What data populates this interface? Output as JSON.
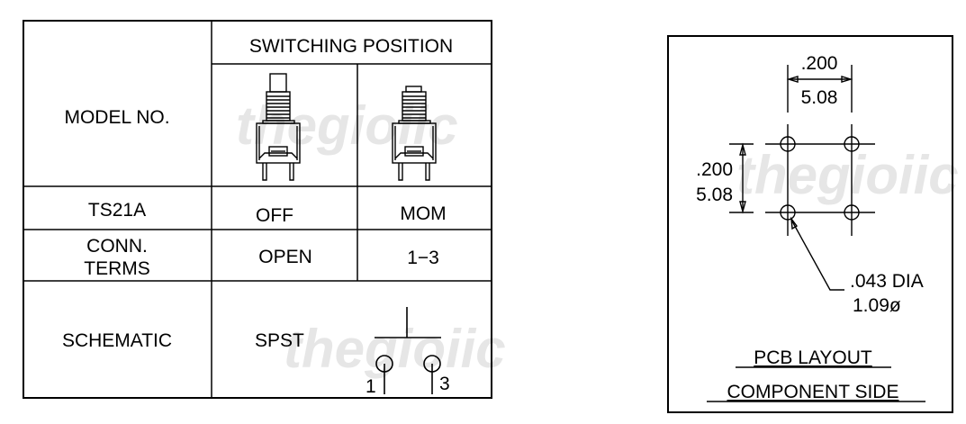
{
  "watermark": "thegioiic",
  "table": {
    "header_switching_position": "SWITCHING  POSITION",
    "model_no_label": "MODEL  NO.",
    "model": "TS21A",
    "pos_off": "OFF",
    "pos_mom": "MOM",
    "conn_terms_label_line1": "CONN.",
    "conn_terms_label_line2": "TERMS",
    "conn_off": "OPEN",
    "conn_mom": "1−3",
    "schematic_label": "SCHEMATIC",
    "schematic_type": "SPST",
    "pin_a": "1",
    "pin_b": "3"
  },
  "pcb": {
    "horiz_dim_in": ".200",
    "horiz_dim_mm": "5.08",
    "vert_dim_in": ".200",
    "vert_dim_mm": "5.08",
    "hole_dia_in": ".043  DIA",
    "hole_dia_mm": "1.09ø",
    "title_line1": "PCB  LAYOUT",
    "title_line2": "COMPONENT  SIDE"
  }
}
